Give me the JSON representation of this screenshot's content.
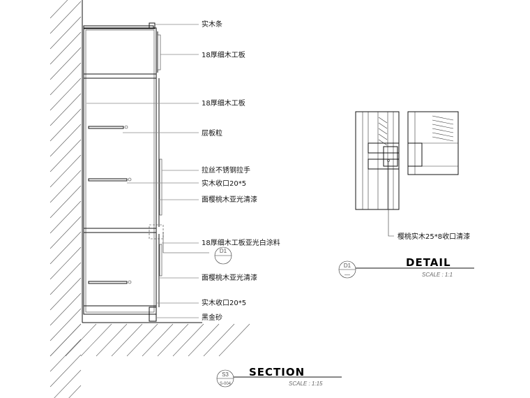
{
  "section_labels": [
    "实木条",
    "18厚细木工板",
    "18厚细木工板",
    "层板粒",
    "拉丝不锈钢拉手",
    "实木收口20*5",
    "面樱桃木亚光清漆",
    "18厚细木工板亚光白涂料",
    "面樱桃木亚光清漆",
    "实木收口20*5",
    "黑金砂"
  ],
  "section_tag": {
    "id": "D1"
  },
  "detail_tag": {
    "id": "D1",
    "sheet": "—"
  },
  "detail_title": "DETAIL",
  "detail_scale": "SCALE :    1:1",
  "detail_label": "樱桃实木25*8收口清漆",
  "section_title": "SECTION",
  "section_scale": "SCALE :      1:15",
  "section_marker": {
    "id": "S3",
    "sheet": "S-004"
  }
}
